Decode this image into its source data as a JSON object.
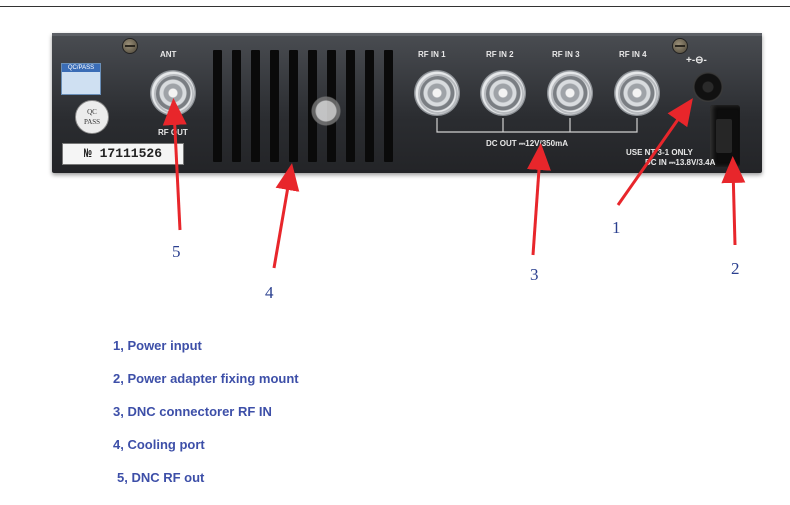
{
  "device": {
    "ant_label": "ANT",
    "rf_out_label": "RF OUT",
    "rf_in_labels": [
      "RF IN 1",
      "RF IN 2",
      "RF IN 3",
      "RF IN 4"
    ],
    "dc_out_label": "DC OUT ⎓12V/350mA",
    "use_only_label": "USE NT 3-1 ONLY",
    "dc_in_label": "DC IN ⎓13.8V/3.4A",
    "qc_pass_sticker": "QC/PASS",
    "qc_seal_line1": "QC",
    "qc_seal_line2": "PASS",
    "serial": "№ 17111526"
  },
  "callouts": [
    "1",
    "2",
    "3",
    "4",
    "5"
  ],
  "legend": [
    "1, Power input",
    "2, Power adapter fixing mount",
    "3, DNC connectorer RF IN",
    "4, Cooling port",
    "5, DNC RF out"
  ],
  "colors": {
    "arrow": "#e8262b",
    "callout_text": "#2a3f8f",
    "legend_text": "#3d4fa8"
  }
}
